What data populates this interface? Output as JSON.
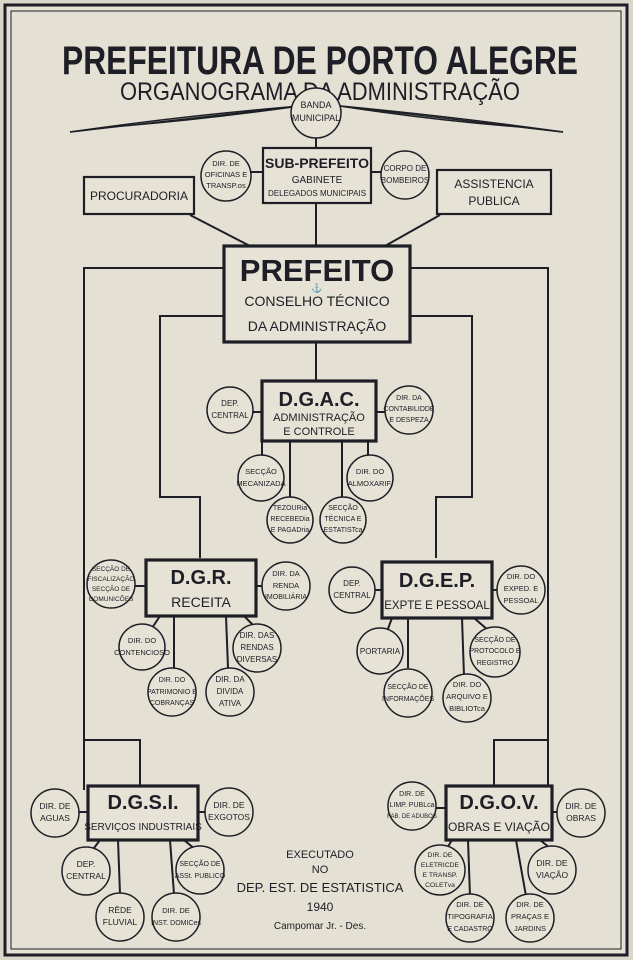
{
  "header": {
    "title": "PREFEITURA DE PORTO ALEGRE",
    "subtitle": "ORGANOGRAMA DA ADMINISTRAÇÃO"
  },
  "top": {
    "banda": [
      "BANDA",
      "MUNICIPAL"
    ],
    "oficinas": [
      "DIR. DE",
      "OFICINAS E",
      "TRANSP.os"
    ],
    "subprefeito": [
      "SUB-PREFEITO",
      "GABINETE",
      "DELEGADOS MUNICIPAIS"
    ],
    "bombeiros": [
      "CORPO DE",
      "BOMBEIROS"
    ],
    "procuradoria": "PROCURADORIA",
    "assistencia": [
      "ASSISTENCIA",
      "PUBLICA"
    ]
  },
  "prefeito": {
    "title": "PREFEITO",
    "line1": "CONSELHO TÉCNICO",
    "line2": "DA ADMINISTRAÇÃO"
  },
  "dgac": {
    "title": "D.G.A.C.",
    "line1": "ADMINISTRAÇÃO",
    "line2": "E CONTROLE",
    "central": [
      "DEP.",
      "CENTRAL"
    ],
    "contabilidade": [
      "DIR. DA",
      "CONTABILIDDE",
      "E DESPEZA"
    ],
    "mecanizada": [
      "SECÇÃO",
      "MECANIZADA"
    ],
    "tezouraria": [
      "TEZOURia",
      "RECEBEDia",
      "E PAGADria"
    ],
    "tecnica": [
      "SECÇÃO",
      "TÉCNICA E",
      "ESTATISTca"
    ],
    "almoxarif": [
      "DIR. DO",
      "ALMOXARIF."
    ]
  },
  "dgr": {
    "title": "D.G.R.",
    "sub": "RECEITA",
    "fiscalizacao": [
      "SECÇÃO DE",
      "FISCALIZAÇÃO",
      "SECÇÃO DE",
      "COMUNICÕES"
    ],
    "renda": [
      "DIR. DA",
      "RENDA",
      "IMOBILIÁRIA"
    ],
    "contencioso": [
      "DIR. DO",
      "CONTENCIOSO"
    ],
    "rendas": [
      "DIR. DAS",
      "RENDAS",
      "DIVERSAS"
    ],
    "patrimonio": [
      "DIR. DO",
      "PATRIMONIO E",
      "COBRANÇAS"
    ],
    "divida": [
      "DIR. DA",
      "DIVIDA",
      "ATIVA"
    ]
  },
  "dgep": {
    "title": "D.G.E.P.",
    "sub": "EXPTE E PESSOAL",
    "central": [
      "DEP.",
      "CENTRAL"
    ],
    "exped": [
      "DIR. DO",
      "EXPED. E",
      "PESSOAL"
    ],
    "portaria": "PORTARIA",
    "protocolo": [
      "SECÇÃO DE",
      "PROTOCOLO E",
      "REGISTRO"
    ],
    "informacoes": [
      "SECÇÃO DE",
      "INFORMAÇÕES"
    ],
    "arquivo": [
      "DIR. DO",
      "ARQUIVO E",
      "BIBLIOTca"
    ]
  },
  "dgsi": {
    "title": "D.G.S.I.",
    "sub": "SERVIÇOS INDUSTRIAIS",
    "aguas": [
      "DIR. DE",
      "AGUAS"
    ],
    "exgotos": [
      "DIR. DE",
      "EXGOTOS"
    ],
    "central": [
      "DEP.",
      "CENTRAL"
    ],
    "assist": [
      "SECÇÃO DE",
      "ASSt. PUBLICO"
    ],
    "rede": [
      "RÊDE",
      "FLUVIAL"
    ],
    "inst": [
      "DIR. DE",
      "INST. DOMICes"
    ]
  },
  "dgov": {
    "title": "D.G.O.V.",
    "sub": "OBRAS E VIAÇÃO",
    "limp": [
      "DIR. DE",
      "LIMP. PUBLca",
      "FAB. DE ADUBOS"
    ],
    "obras": [
      "DIR. DE",
      "OBRAS"
    ],
    "eletric": [
      "DIR. DE",
      "ELETRICDE",
      "E TRANSP.",
      "COLETva"
    ],
    "viacao": [
      "DIR. DE",
      "VIAÇÃO"
    ],
    "tipografia": [
      "DIR. DE",
      "TIPOGRAFIA",
      "E CADASTRO"
    ],
    "pracas": [
      "DIR. DE",
      "PRAÇAS E",
      "JARDINS"
    ]
  },
  "credits": {
    "line1": "EXECUTADO",
    "line2": "NO",
    "line3": "DEP. EST. DE ESTATISTICA",
    "year": "1940",
    "author": "Campomar Jr. - Des."
  }
}
